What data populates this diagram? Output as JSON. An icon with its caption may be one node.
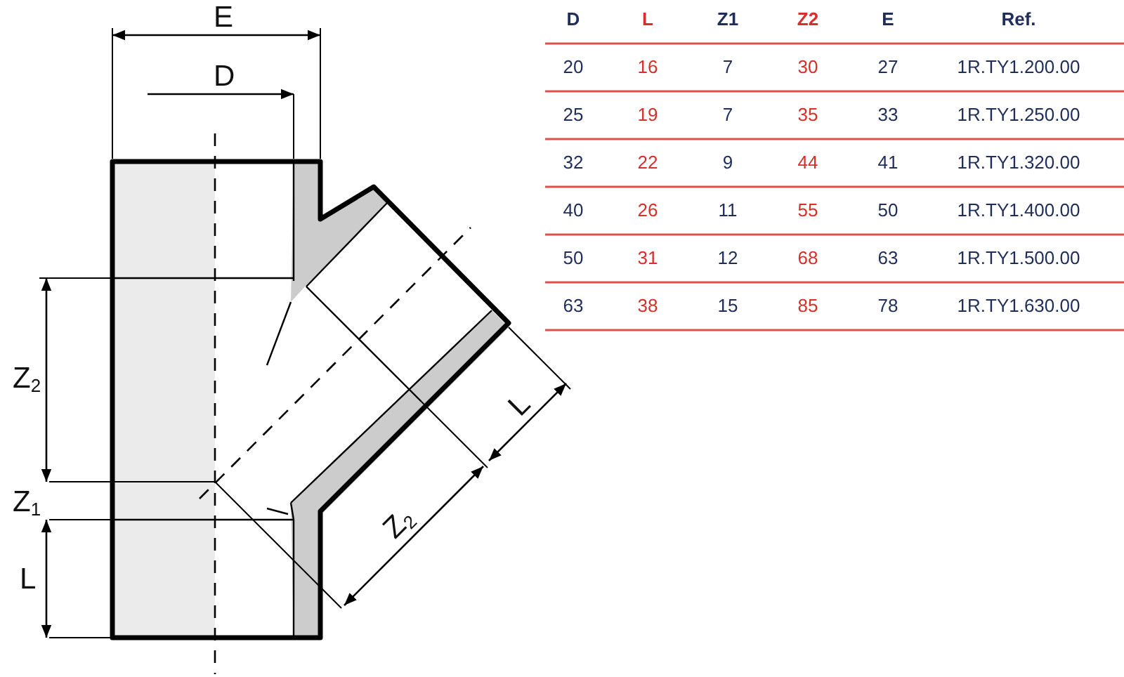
{
  "diagram": {
    "labels": [
      "E",
      "D",
      "Z$_{2}$",
      "Z$_{1}$",
      "L",
      "Z$_{2}$",
      "L",
      "D",
      "L",
      "Z1",
      "Z2",
      "E",
      "Ref.",
      "20",
      "16",
      "7",
      "30",
      "27",
      "1R.TY1.200.00",
      "25",
      "19",
      "7",
      "35",
      "33",
      "1R.TY1.250.00",
      "32",
      "22",
      "9",
      "44",
      "41",
      "1R.TY1.320.00",
      "40",
      "26",
      "11",
      "55",
      "50",
      "1R.TY1.400.00",
      "50",
      "31",
      "12",
      "68",
      "63",
      "1R.TY1.500.00",
      "63",
      "38",
      "15",
      "85",
      "78",
      "1R.TY1.630.00"
    ]
  }
}
